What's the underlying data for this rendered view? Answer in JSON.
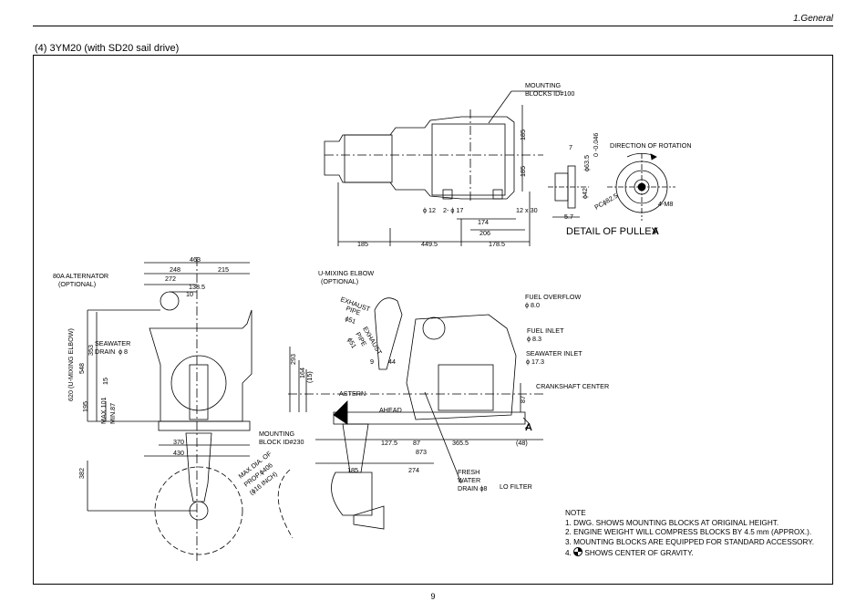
{
  "header": {
    "section": "1.General"
  },
  "title": "(4)  3YM20 (with SD20 sail drive)",
  "page_number": "9",
  "top_view": {
    "mounting_blocks": [
      "MOUNTING",
      "BLOCKS ID#100"
    ],
    "dims": {
      "h1": "185",
      "h2": "185",
      "w_185": "185",
      "w_4495": "449.5",
      "w_1785": "178.5",
      "w_174": "174",
      "w_206": "206",
      "hole_12": "ϕ 12",
      "hole_17": "2- ϕ 17",
      "slot": "12 x 30"
    }
  },
  "pulley": {
    "title": "DETAIL OF PULLEY",
    "title_letter": "A",
    "rotation": "DIRECTION OF ROTATION",
    "dims": {
      "d7": "7",
      "d635": "ϕ63.5",
      "tol": "0\n-0.046",
      "d42": "ϕ42",
      "pcd": "PCϕ82.5",
      "m8": "4-M8",
      "d57": "5.7"
    }
  },
  "front_view": {
    "alternator": [
      "80A ALTERNATOR",
      "(OPTIONAL)"
    ],
    "seawater_drain": [
      "SEAWATER",
      "DRAIN",
      "ϕ 8"
    ],
    "dims": {
      "w463": "463",
      "w248": "248",
      "w215": "215",
      "w272": "272",
      "w1385": "138.5",
      "w10": "10",
      "h620": "620 (U-MIXING ELBOW)",
      "h548": "548",
      "h353": "353",
      "h15": "15",
      "h195": "195",
      "h101": "MAX 101",
      "min87": "MIN.87",
      "w370": "370",
      "w430": "430",
      "h382": "382"
    },
    "prop_label": [
      "MAX DIA. OF",
      "PROP.ϕ406",
      "(ϕ16 INCH)"
    ]
  },
  "side_view": {
    "u_elbow": [
      "U-MIXING ELBOW",
      "(OPTIONAL)"
    ],
    "exhaust1": [
      "EXHAUST",
      "PIPE",
      "ϕ51"
    ],
    "exhaust2": [
      "EXHAUST",
      "PIPE",
      "ϕ51"
    ],
    "fuel_overflow": [
      "FUEL OVERFLOW",
      "ϕ 8.0"
    ],
    "fuel_inlet": [
      "FUEL INLET",
      "ϕ 8.3"
    ],
    "seawater_inlet": [
      "SEAWATER INLET",
      "ϕ 17.3"
    ],
    "crankshaft": "CRANKSHAFT CENTER",
    "astern": "ASTERN",
    "ahead": "AHEAD",
    "view_a": "A",
    "mounting_block": [
      "MOUNTING",
      "BLOCK ID#230"
    ],
    "fresh_water": [
      "FRESH",
      "WATER",
      "DRAIN ϕ8"
    ],
    "lo_filter": "LO FILTER",
    "dims": {
      "h293": "293",
      "h164": "164",
      "h15": "(15)",
      "d9": "9",
      "d44": "44",
      "d87v": "87",
      "w1275": "127.5",
      "w87": "87",
      "w3655": "365.5",
      "w48": "(48)",
      "w873": "873",
      "w185": "185",
      "w274": "274"
    }
  },
  "notes": {
    "title": "NOTE",
    "items": [
      "1. DWG. SHOWS MOUNTING BLOCKS AT ORIGINAL HEIGHT.",
      "2. ENGINE WEIGHT WILL COMPRESS BLOCKS BY 4.5 mm (APPROX.).",
      "3. MOUNTING BLOCKS ARE EQUIPPED FOR STANDARD ACCESSORY.",
      "SHOWS CENTER OF GRAVITY."
    ],
    "item4_prefix": "4."
  }
}
